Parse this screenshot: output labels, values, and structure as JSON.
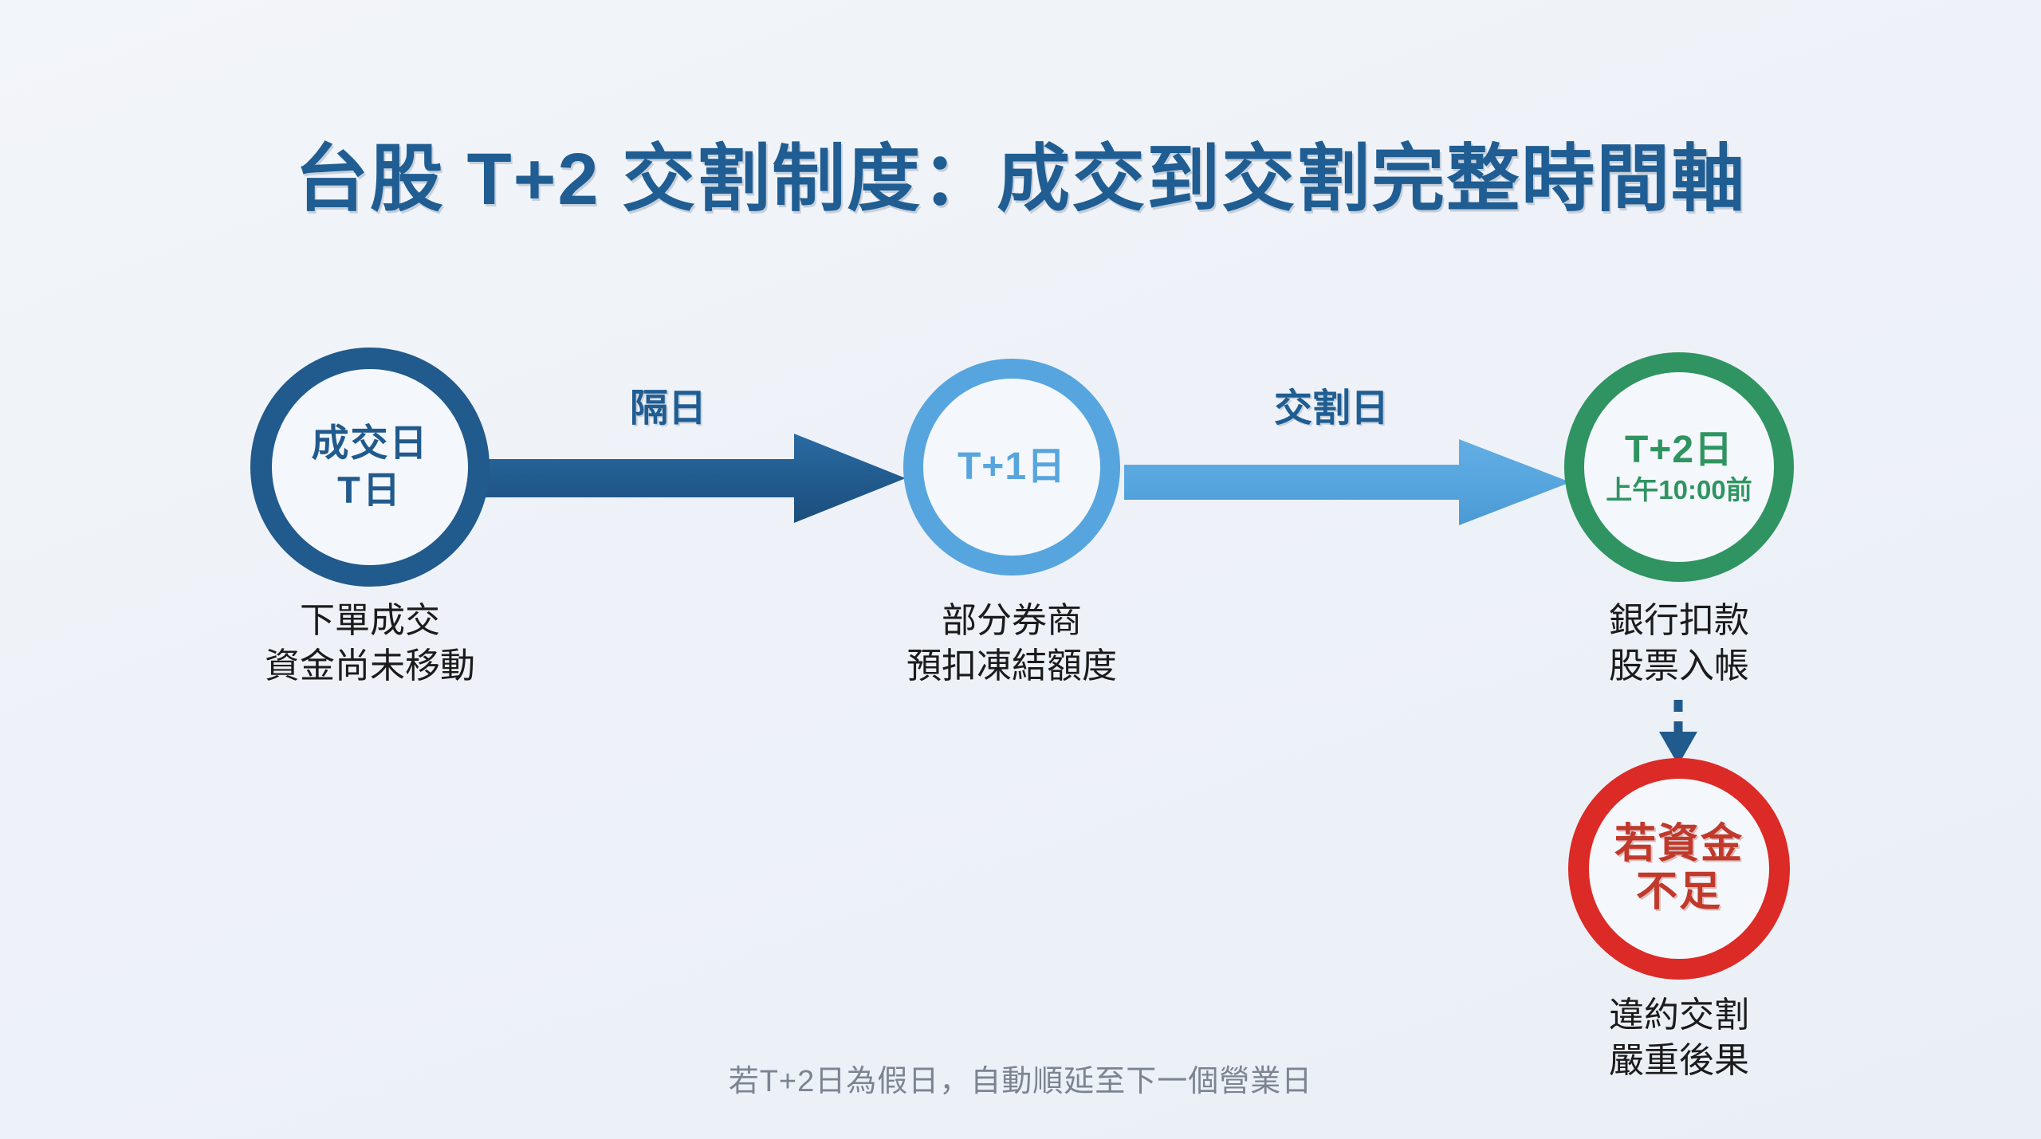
{
  "title": "台股 T+2 交割制度：成交到交割完整時間軸",
  "colors": {
    "background": "#f0f4f9",
    "title": "#1f5d92",
    "dark_blue": "#215a8c",
    "light_blue": "#56a5de",
    "green": "#2f9461",
    "red": "#dc2a26",
    "red_text": "#c0392b",
    "caption": "#1b1b1b",
    "footnote": "#7b8490"
  },
  "nodes": [
    {
      "id": "t0",
      "ring_color": "#215a8c",
      "line1": "成交日",
      "line2": "T日",
      "caption_line1": "下單成交",
      "caption_line2": "資金尚未移動"
    },
    {
      "id": "t1",
      "ring_color": "#56a5de",
      "line1": "T+1日",
      "line2": "",
      "caption_line1": "部分券商",
      "caption_line2": "預扣凍結額度"
    },
    {
      "id": "t2",
      "ring_color": "#2f9461",
      "line1": "T+2日",
      "line2": "上午10:00前",
      "caption_line1": "銀行扣款",
      "caption_line2": "股票入帳"
    },
    {
      "id": "warn",
      "ring_color": "#dc2a26",
      "line1": "若資金",
      "line2": "不足",
      "caption_line1": "違約交割",
      "caption_line2": "嚴重後果"
    }
  ],
  "arrows": [
    {
      "id": "arrow-1",
      "label": "隔日",
      "color": "#215a8c",
      "style": "solid",
      "direction": "right"
    },
    {
      "id": "arrow-2",
      "label": "交割日",
      "color": "#56a5de",
      "style": "solid",
      "direction": "right"
    },
    {
      "id": "arrow-dashed",
      "label": "",
      "color": "#215a8c",
      "style": "dashed",
      "direction": "down"
    }
  ],
  "footnote": "若T+2日為假日，自動順延至下一個營業日"
}
